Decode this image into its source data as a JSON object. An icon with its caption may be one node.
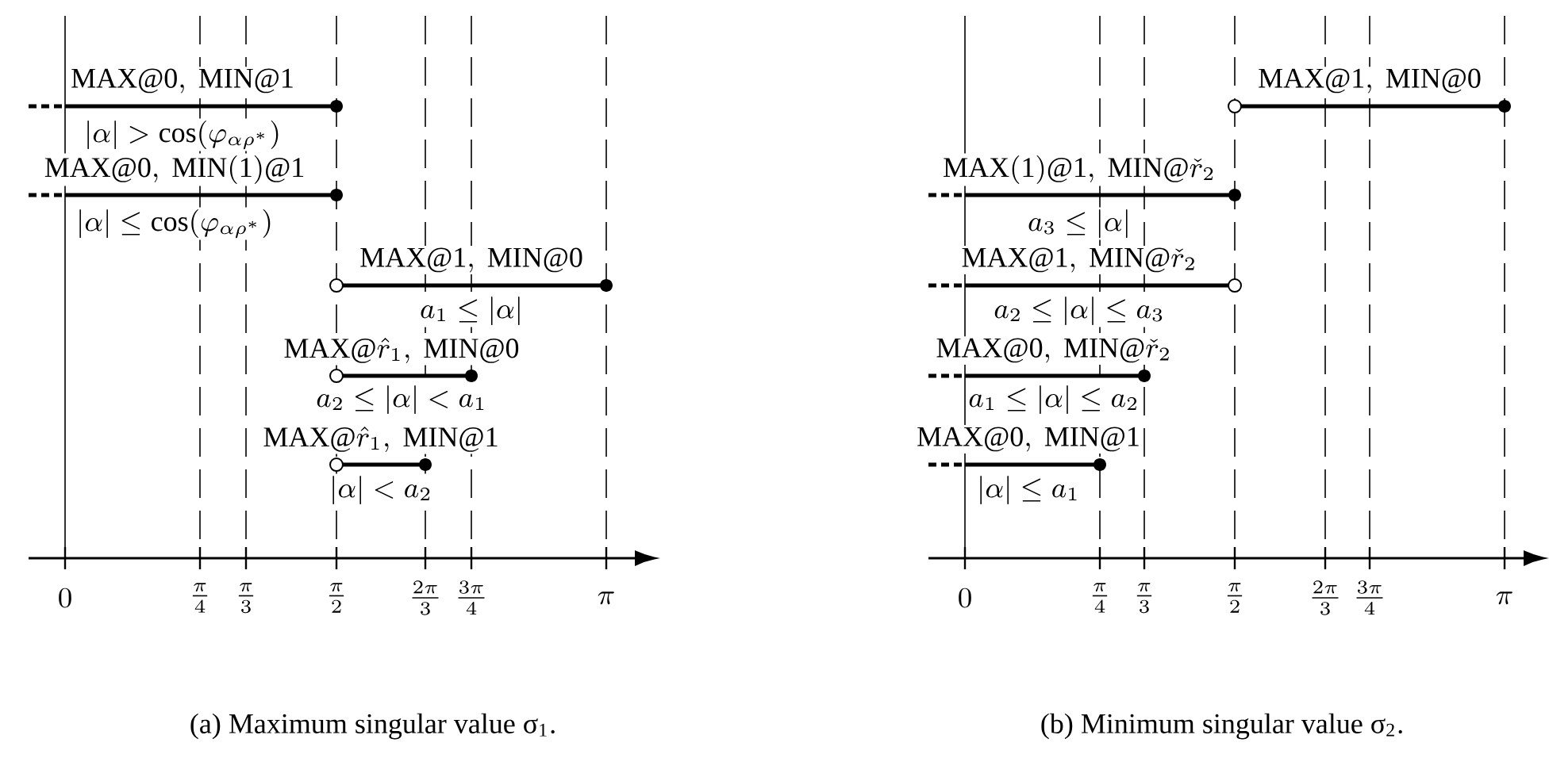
{
  "diagram": {
    "labels": [
      "\\mathrm{MAX@0,\\ MIN@1}",
      "|\\alpha| > \\cos(\\varphi_{\\alpha\\rho^*})",
      "\\mathrm{MAX@0,\\ MIN(1)@1}",
      "|\\alpha| \\le \\cos(\\varphi_{\\alpha\\rho^*})",
      "\\mathrm{MAX@1,\\ MIN@0}",
      "a_1 \\le |\\alpha|",
      "\\mathrm{MAX@}\\hat{r}_1\\mathrm{,\\ MIN@0}",
      "a_2 \\le |\\alpha| < a_1",
      "\\mathrm{MAX@}\\hat{r}_1\\mathrm{,\\ MIN@1}",
      "|\\alpha| < a_2",
      "0",
      "\\frac{\\pi}{4}",
      "\\frac{\\pi}{3}",
      "\\frac{\\pi}{2}",
      "\\frac{2\\pi}{3}",
      "\\frac{3\\pi}{4}",
      "\\pi",
      "(a) Maximum singular value σ$_{1}$.",
      "\\mathrm{MAX@1,\\ MIN@0}",
      "\\mathrm{MAX(1)@1,\\ MIN@}\\check{r}_2",
      "a_3 \\le |\\alpha|",
      "\\mathrm{MAX@1,\\ MIN@}\\check{r}_2",
      "a_2 \\le |\\alpha| \\le a_3",
      "\\mathrm{MAX@0,\\ MIN@}\\check{r}_2",
      "a_1 \\le |\\alpha| \\le a_2",
      "\\mathrm{MAX@0,\\ MIN@1}",
      "|\\alpha| \\le a_1",
      "0",
      "\\frac{\\pi}{4}",
      "\\frac{\\pi}{3}",
      "\\frac{\\pi}{2}",
      "\\frac{2\\pi}{3}",
      "\\frac{3\\pi}{4}",
      "\\pi",
      "(b) Minimum singular value σ$_{2}$."
    ]
  }
}
